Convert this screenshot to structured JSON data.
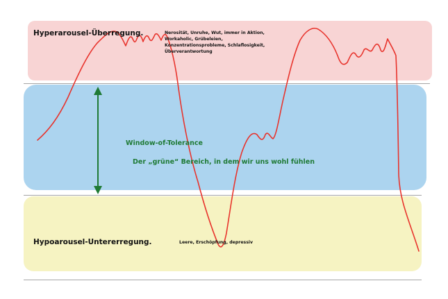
{
  "zones": {
    "hyper": {
      "title": "Hyperarousel-Überregung.",
      "description": "Nerosität, Unruhe, Wut, immer in Aktion, Workaholic, Grübeleien, Konzentrationsprobleme, Schlaflosigkeit, Überverantwortung"
    },
    "window": {
      "title": "Window-of-Tolerance",
      "subtitle": "Der „grüne“ Bereich, in dem wir uns wohl fühlen"
    },
    "hypo": {
      "title": "Hypoarousel-Untererregung.",
      "description": "Leere, Erschöpfung, depressiv"
    }
  },
  "colors": {
    "hyper_band": "#f8d4d4",
    "window_band": "#acd4ef",
    "hypo_band": "#f6f3c2",
    "curve": "#e8332c",
    "arrow": "#1f7a35",
    "divider": "#a5a5a5"
  }
}
